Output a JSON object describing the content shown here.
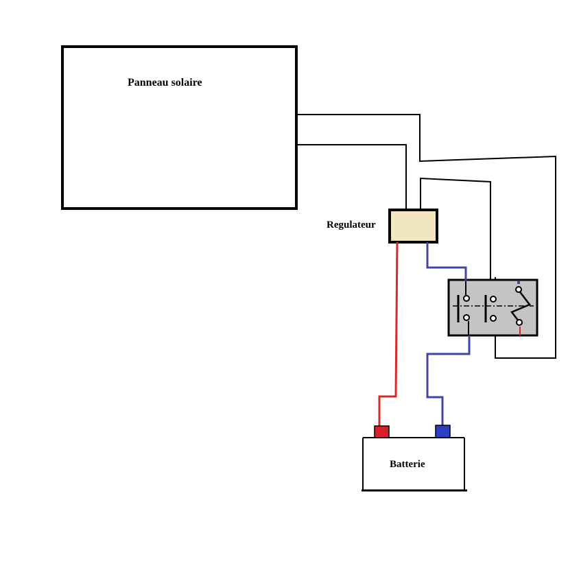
{
  "labels": {
    "panel": "Panneau solaire",
    "regulator": "Regulateur",
    "battery": "Batterie"
  },
  "colors": {
    "outline": "#000000",
    "regulator_fill": "#f2e6c0",
    "switch_fill": "#c4c4c4",
    "positive_wire": "#d42a2a",
    "negative_wire": "#4145a8",
    "terminal_positive": "#d81f2a",
    "terminal_negative": "#2c3fc4"
  }
}
